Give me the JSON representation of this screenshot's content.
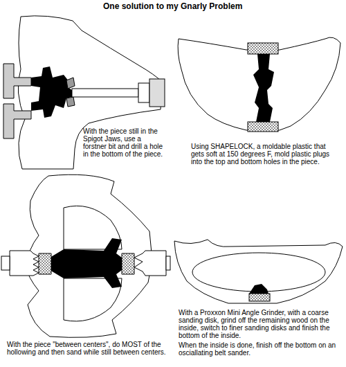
{
  "diagram": {
    "title": "One solution to my Gnarly Problem",
    "labels": [
      "With the piece still in the Spigot Jaws, use a forstner bit and drill a hole in the bottom of the piece.",
      "Using SHAPELOCK, a moldable plastic that gets soft at 150 degrees F, mold plastic plugs into the top and bottom holes in the piece.",
      "With the piece \"between centers\", do MOST of the hollowing and then sand while still between centers.",
      "With a Proxxon Mini Angle Grinder, with a coarse sanding disk, grind off the remaining wood on the inside, switch to finer sanding disks and finish the bottom of the inside.",
      "When the inside is done, finish off the bottom on an osciallating belt sander."
    ]
  }
}
